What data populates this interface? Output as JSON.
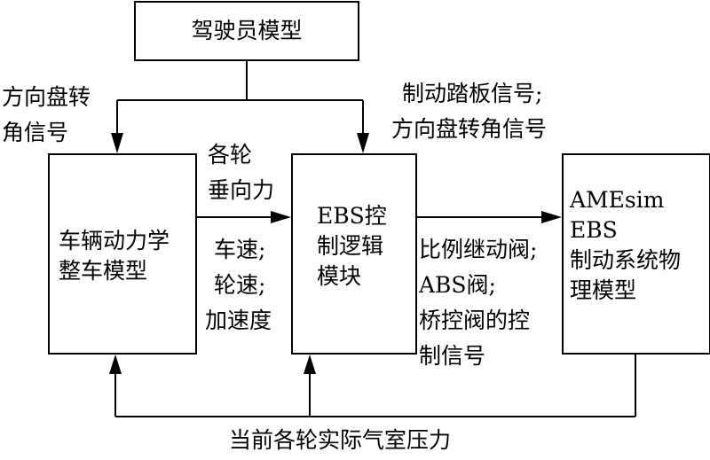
{
  "blocks": {
    "driver": {
      "lines": [
        "驾驶员模型"
      ]
    },
    "vehicle": {
      "lines": [
        "车辆动力学",
        "整车模型"
      ]
    },
    "ebs_logic": {
      "lines": [
        "EBS控",
        "制逻辑",
        "模块"
      ]
    },
    "amesim": {
      "lines": [
        "AMEsim",
        "EBS",
        "制动系统物",
        "理模型"
      ]
    }
  },
  "signals": {
    "steering_to_vehicle": {
      "lines": [
        "方向盘转",
        "角信号"
      ]
    },
    "driver_to_ebs": {
      "lines": [
        "制动踏板信号;",
        "方向盘转角信号"
      ]
    },
    "vertical_force": {
      "lines": [
        "各轮",
        "垂向力"
      ]
    },
    "speeds": {
      "lines": [
        "车速;",
        "轮速;",
        "加速度"
      ]
    },
    "valve_controls": {
      "lines": [
        "比例继动阀;",
        "ABS阀;",
        "桥控阀的控",
        "制信号"
      ]
    },
    "chamber_pressure": {
      "lines": [
        "当前各轮实际气室压力"
      ]
    }
  },
  "connections": [
    {
      "from": "driver",
      "to": "vehicle",
      "label": "steering_to_vehicle"
    },
    {
      "from": "driver",
      "to": "ebs_logic",
      "label": "driver_to_ebs"
    },
    {
      "from": "vehicle",
      "to": "ebs_logic",
      "label": "vertical_force"
    },
    {
      "from": "ebs_logic",
      "to": "amesim",
      "label": "valve_controls"
    },
    {
      "from": "amesim",
      "to": "vehicle",
      "label": "chamber_pressure"
    },
    {
      "from": "amesim",
      "to": "ebs_logic",
      "label": "chamber_pressure"
    }
  ]
}
